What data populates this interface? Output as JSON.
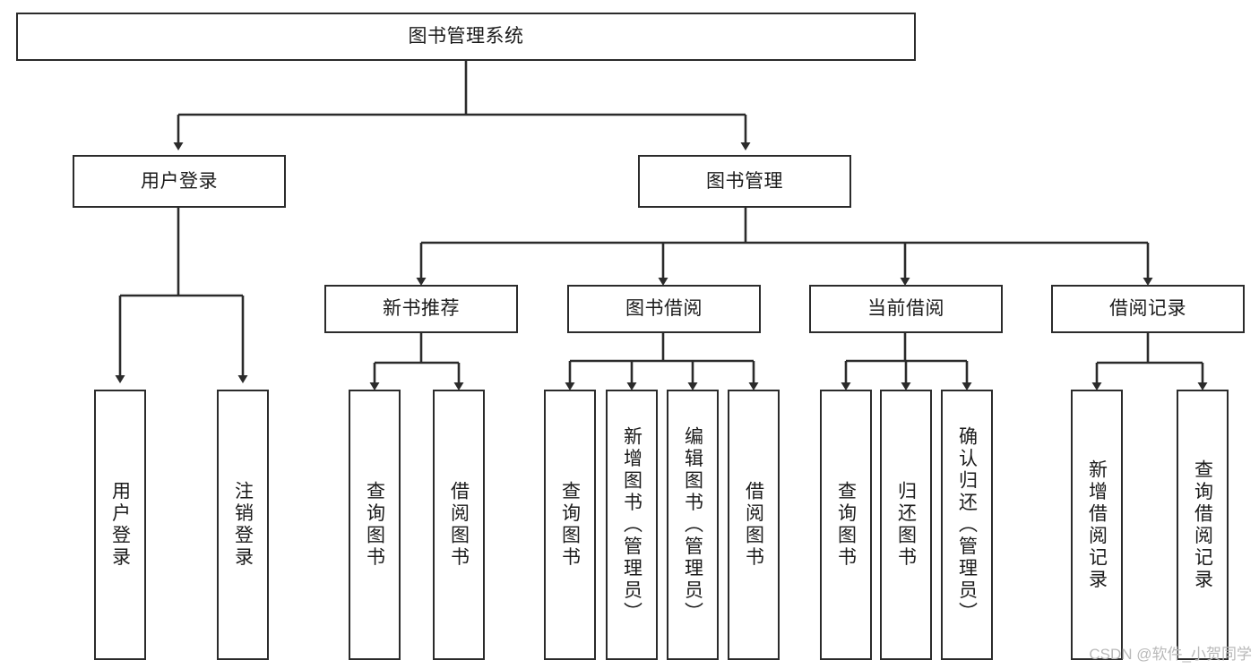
{
  "diagram": {
    "title": "图书管理系统",
    "type": "tree-hierarchy",
    "root": {
      "id": "root",
      "label": "图书管理系统",
      "orientation": "horizontal"
    },
    "level2": [
      {
        "id": "user-login",
        "label": "用户登录",
        "orientation": "horizontal"
      },
      {
        "id": "book-management",
        "label": "图书管理",
        "orientation": "horizontal"
      }
    ],
    "level3": [
      {
        "id": "new-book-recommend",
        "label": "新书推荐",
        "orientation": "horizontal",
        "parent": "book-management"
      },
      {
        "id": "book-borrow",
        "label": "图书借阅",
        "orientation": "horizontal",
        "parent": "book-management"
      },
      {
        "id": "current-borrow",
        "label": "当前借阅",
        "orientation": "horizontal",
        "parent": "book-management"
      },
      {
        "id": "borrow-record",
        "label": "借阅记录",
        "orientation": "horizontal",
        "parent": "book-management"
      }
    ],
    "leaves": [
      {
        "id": "leaf-user-login",
        "label": "用户登录",
        "parent": "user-login"
      },
      {
        "id": "leaf-user-logout",
        "label": "注销登录",
        "parent": "user-login"
      },
      {
        "id": "leaf-query-book-1",
        "label": "查询图书",
        "parent": "new-book-recommend"
      },
      {
        "id": "leaf-borrow-book-1",
        "label": "借阅图书",
        "parent": "new-book-recommend"
      },
      {
        "id": "leaf-query-book-2",
        "label": "查询图书",
        "parent": "book-borrow"
      },
      {
        "id": "leaf-add-book",
        "label": "新增图书（管理员）",
        "parent": "book-borrow"
      },
      {
        "id": "leaf-edit-book",
        "label": "编辑图书（管理员）",
        "parent": "book-borrow"
      },
      {
        "id": "leaf-borrow-book-2",
        "label": "借阅图书",
        "parent": "book-borrow"
      },
      {
        "id": "leaf-query-book-3",
        "label": "查询图书",
        "parent": "current-borrow"
      },
      {
        "id": "leaf-return-book",
        "label": "归还图书",
        "parent": "current-borrow"
      },
      {
        "id": "leaf-confirm-return",
        "label": "确认归还（管理员）",
        "parent": "current-borrow"
      },
      {
        "id": "leaf-add-record",
        "label": "新增借阅记录",
        "parent": "borrow-record"
      },
      {
        "id": "leaf-query-record",
        "label": "查询借阅记录",
        "parent": "borrow-record"
      }
    ]
  },
  "watermark": {
    "text": "CSDN @软件_小贺同学"
  },
  "colors": {
    "stroke": "#2b2b2b",
    "background": "#ffffff",
    "text": "#1b1b1b",
    "watermark": "#b9b9b9"
  }
}
